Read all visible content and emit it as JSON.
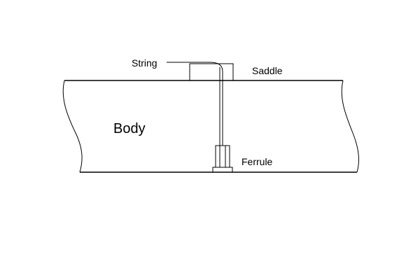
{
  "diagram": {
    "labels": {
      "string": "String",
      "saddle": "Saddle",
      "body": "Body",
      "ferrule": "Ferrule"
    },
    "colors": {
      "line": "#000000",
      "background": "#ffffff"
    }
  }
}
